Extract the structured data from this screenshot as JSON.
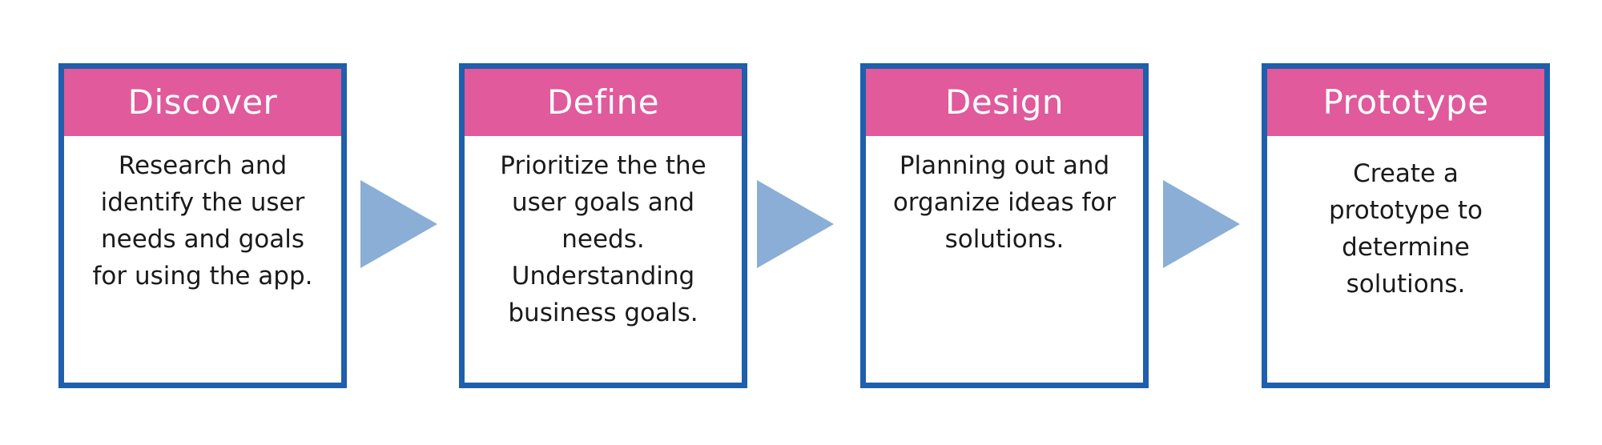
{
  "colors": {
    "border": "#1f5fac",
    "header": "#e05a9c",
    "arrow": "#8aaed6",
    "body_text": "#1a1a1a"
  },
  "steps": [
    {
      "title": "Discover",
      "description": "Research and\nidentify the user\nneeds and goals\nfor using the app."
    },
    {
      "title": "Define",
      "description": "Prioritize the the\nuser goals and\nneeds.\nUnderstanding\nbusiness goals."
    },
    {
      "title": "Design",
      "description": "Planning out and\norganize ideas for\nsolutions."
    },
    {
      "title": "Prototype",
      "description": "Create a\nprototype to\ndetermine\nsolutions."
    }
  ],
  "arrows": [
    {
      "icon": "right-triangle-arrow"
    },
    {
      "icon": "right-triangle-arrow"
    },
    {
      "icon": "right-triangle-arrow"
    }
  ]
}
